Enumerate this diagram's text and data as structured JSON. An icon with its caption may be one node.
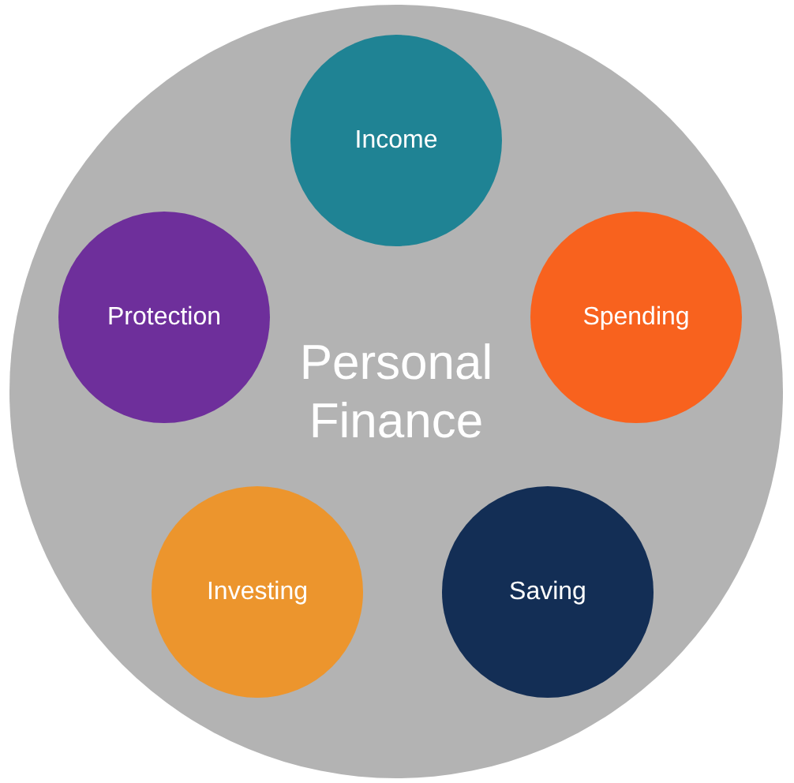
{
  "diagram": {
    "nodes": [
      {
        "text": [
          "Personal Finance"
        ]
      },
      {
        "text": [
          "Income"
        ],
        "in": 0
      },
      {
        "text": [
          "Protection"
        ],
        "in": 0
      },
      {
        "text": [
          "Spending"
        ],
        "in": 0
      },
      {
        "text": [
          "Investing"
        ],
        "in": 0
      },
      {
        "text": [
          "Saving"
        ],
        "in": 0
      }
    ]
  }
}
